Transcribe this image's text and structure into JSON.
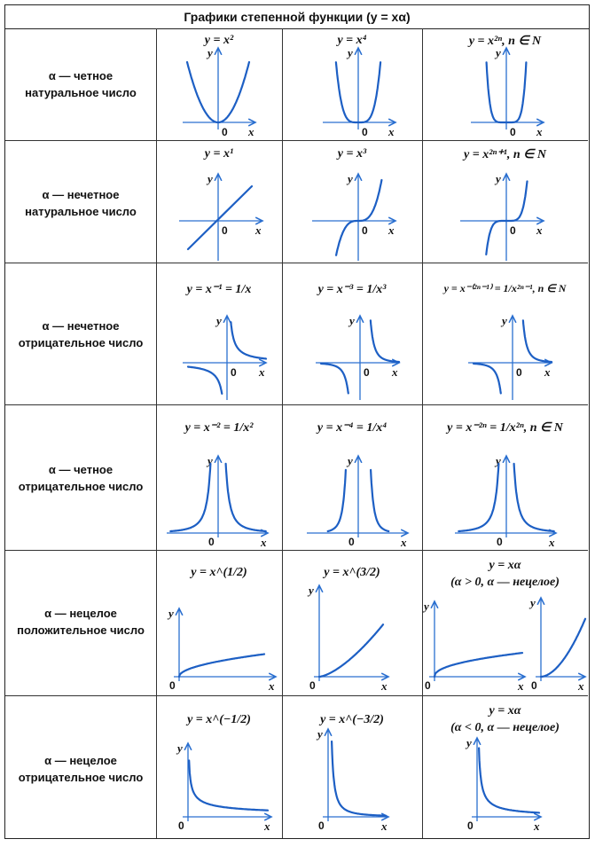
{
  "title": "Графики степенной функции (y = xα)",
  "rows": [
    {
      "label_line1": "α — четное",
      "label_line2": "натуральное число"
    },
    {
      "label_line1": "α — нечетное",
      "label_line2": "натуральное число"
    },
    {
      "label_line1": "α — нечетное",
      "label_line2": "отрицательное число"
    },
    {
      "label_line1": "α — четное",
      "label_line2": "отрицательное число"
    },
    {
      "label_line1": "α — нецелое",
      "label_line2": "положительное число"
    },
    {
      "label_line1": "α — нецелое",
      "label_line2": "отрицательное число"
    }
  ],
  "formulas": {
    "r1c1": "y = x²",
    "r1c2": "y = x⁴",
    "r1c3": "y = x²ⁿ, n ∈ N",
    "r2c1": "y = x¹",
    "r2c2": "y = x³",
    "r2c3": "y = x²ⁿ⁺¹, n ∈ N",
    "r3c1": "y = x⁻¹ = 1/x",
    "r3c2": "y = x⁻³ = 1/x³",
    "r3c3": "y = x⁻⁽²ⁿ⁻¹⁾ = 1/x²ⁿ⁻¹, n ∈ N",
    "r4c1": "y = x⁻² = 1/x²",
    "r4c2": "y = x⁻⁴ = 1/x⁴",
    "r4c3": "y = x⁻²ⁿ = 1/x²ⁿ, n ∈ N",
    "r5c1": "y = x^(1/2)",
    "r5c2": "y = x^(3/2)",
    "r5c3_line1": "y = xα",
    "r5c3_line2": "(α > 0, α — нецелое)",
    "r6c1": "y = x^(−1/2)",
    "r6c2": "y = x^(−3/2)",
    "r6c3_line1": "y = xα",
    "r6c3_line2": "(α < 0, α — нецелое)"
  },
  "axis_labels": {
    "x": "x",
    "y": "y",
    "origin": "0"
  },
  "colors": {
    "curve": "#1d5fc4",
    "axis": "#2a6fd0",
    "border": "#222222"
  }
}
